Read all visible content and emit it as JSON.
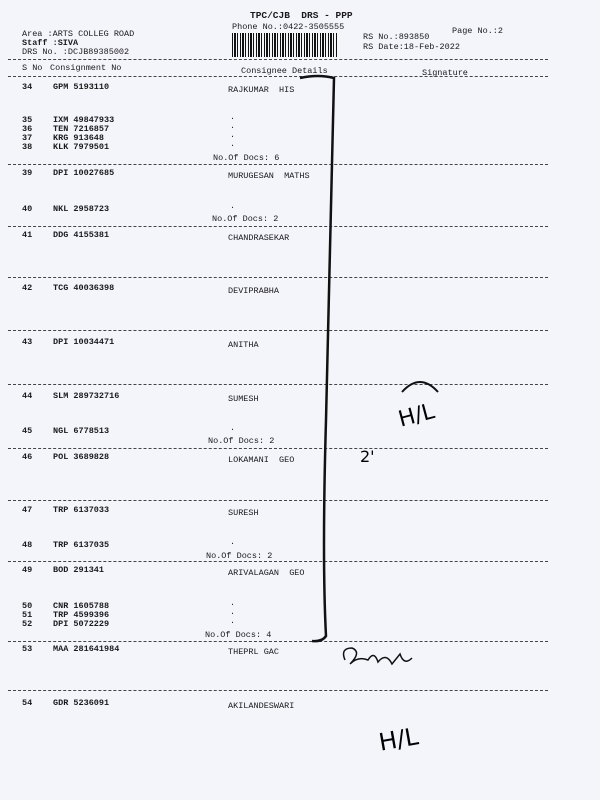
{
  "header": {
    "title": "TPC/CJB  DRS - PPP",
    "phone": "Phone No.:0422-3505555",
    "area": "Area :ARTS COLLEG ROAD",
    "staff": "Staff :SIVA",
    "drs_no": "DRS No. :DCJB89385002",
    "rs_no": "RS No.:893850",
    "rs_date": "RS Date:18-Feb-2022",
    "page_no": "Page No.:2"
  },
  "columns": {
    "sno": "S No",
    "consignment": "Consignment No",
    "consignee": "Consignee Details",
    "signature": "Signature"
  },
  "docs_label": "No.Of Docs:",
  "groups": [
    {
      "consignee": "RAJKUMAR  HIS",
      "docs": "6",
      "entries": [
        {
          "sno": "34",
          "cn": "GPM 5193110"
        },
        {
          "sno": "35",
          "cn": "IXM 49847933"
        },
        {
          "sno": "36",
          "cn": "TEN 7216857"
        },
        {
          "sno": "37",
          "cn": "KRG 913648"
        },
        {
          "sno": "38",
          "cn": "KLK 7979501"
        }
      ]
    },
    {
      "consignee": "MURUGESAN  MATHS",
      "docs": "2",
      "entries": [
        {
          "sno": "39",
          "cn": "DPI 10027685"
        },
        {
          "sno": "40",
          "cn": "NKL 2958723"
        }
      ]
    },
    {
      "consignee": "CHANDRASEKAR",
      "docs": null,
      "entries": [
        {
          "sno": "41",
          "cn": "DDG 4155381"
        }
      ]
    },
    {
      "consignee": "DEVIPRABHA",
      "docs": null,
      "entries": [
        {
          "sno": "42",
          "cn": "TCG 40036398"
        }
      ]
    },
    {
      "consignee": "ANITHA",
      "docs": null,
      "entries": [
        {
          "sno": "43",
          "cn": "DPI 10034471"
        }
      ]
    },
    {
      "consignee": "SUMESH",
      "docs": "2",
      "entries": [
        {
          "sno": "44",
          "cn": "SLM 289732716"
        },
        {
          "sno": "45",
          "cn": "NGL 6778513"
        }
      ]
    },
    {
      "consignee": "LOKAMANI  GEO",
      "docs": null,
      "entries": [
        {
          "sno": "46",
          "cn": "POL 3689828"
        }
      ]
    },
    {
      "consignee": "SURESH",
      "docs": "2",
      "entries": [
        {
          "sno": "47",
          "cn": "TRP 6137033"
        },
        {
          "sno": "48",
          "cn": "TRP 6137035"
        }
      ]
    },
    {
      "consignee": "ARIVALAGAN  GEO",
      "docs": "4",
      "entries": [
        {
          "sno": "49",
          "cn": "BOD 291341"
        },
        {
          "sno": "50",
          "cn": "CNR 1605788"
        },
        {
          "sno": "51",
          "cn": "TRP 4599396"
        },
        {
          "sno": "52",
          "cn": "DPI 5072229"
        }
      ]
    },
    {
      "consignee": "THEPRL GAC",
      "docs": null,
      "entries": [
        {
          "sno": "53",
          "cn": "MAA 281641984"
        }
      ]
    },
    {
      "consignee": "AKILANDESWARI",
      "docs": null,
      "entries": [
        {
          "sno": "54",
          "cn": "GDR 5236091"
        }
      ]
    }
  ],
  "handwriting": {
    "mark1": "H/L",
    "mark2": "2'",
    "mark3": "H/L"
  }
}
